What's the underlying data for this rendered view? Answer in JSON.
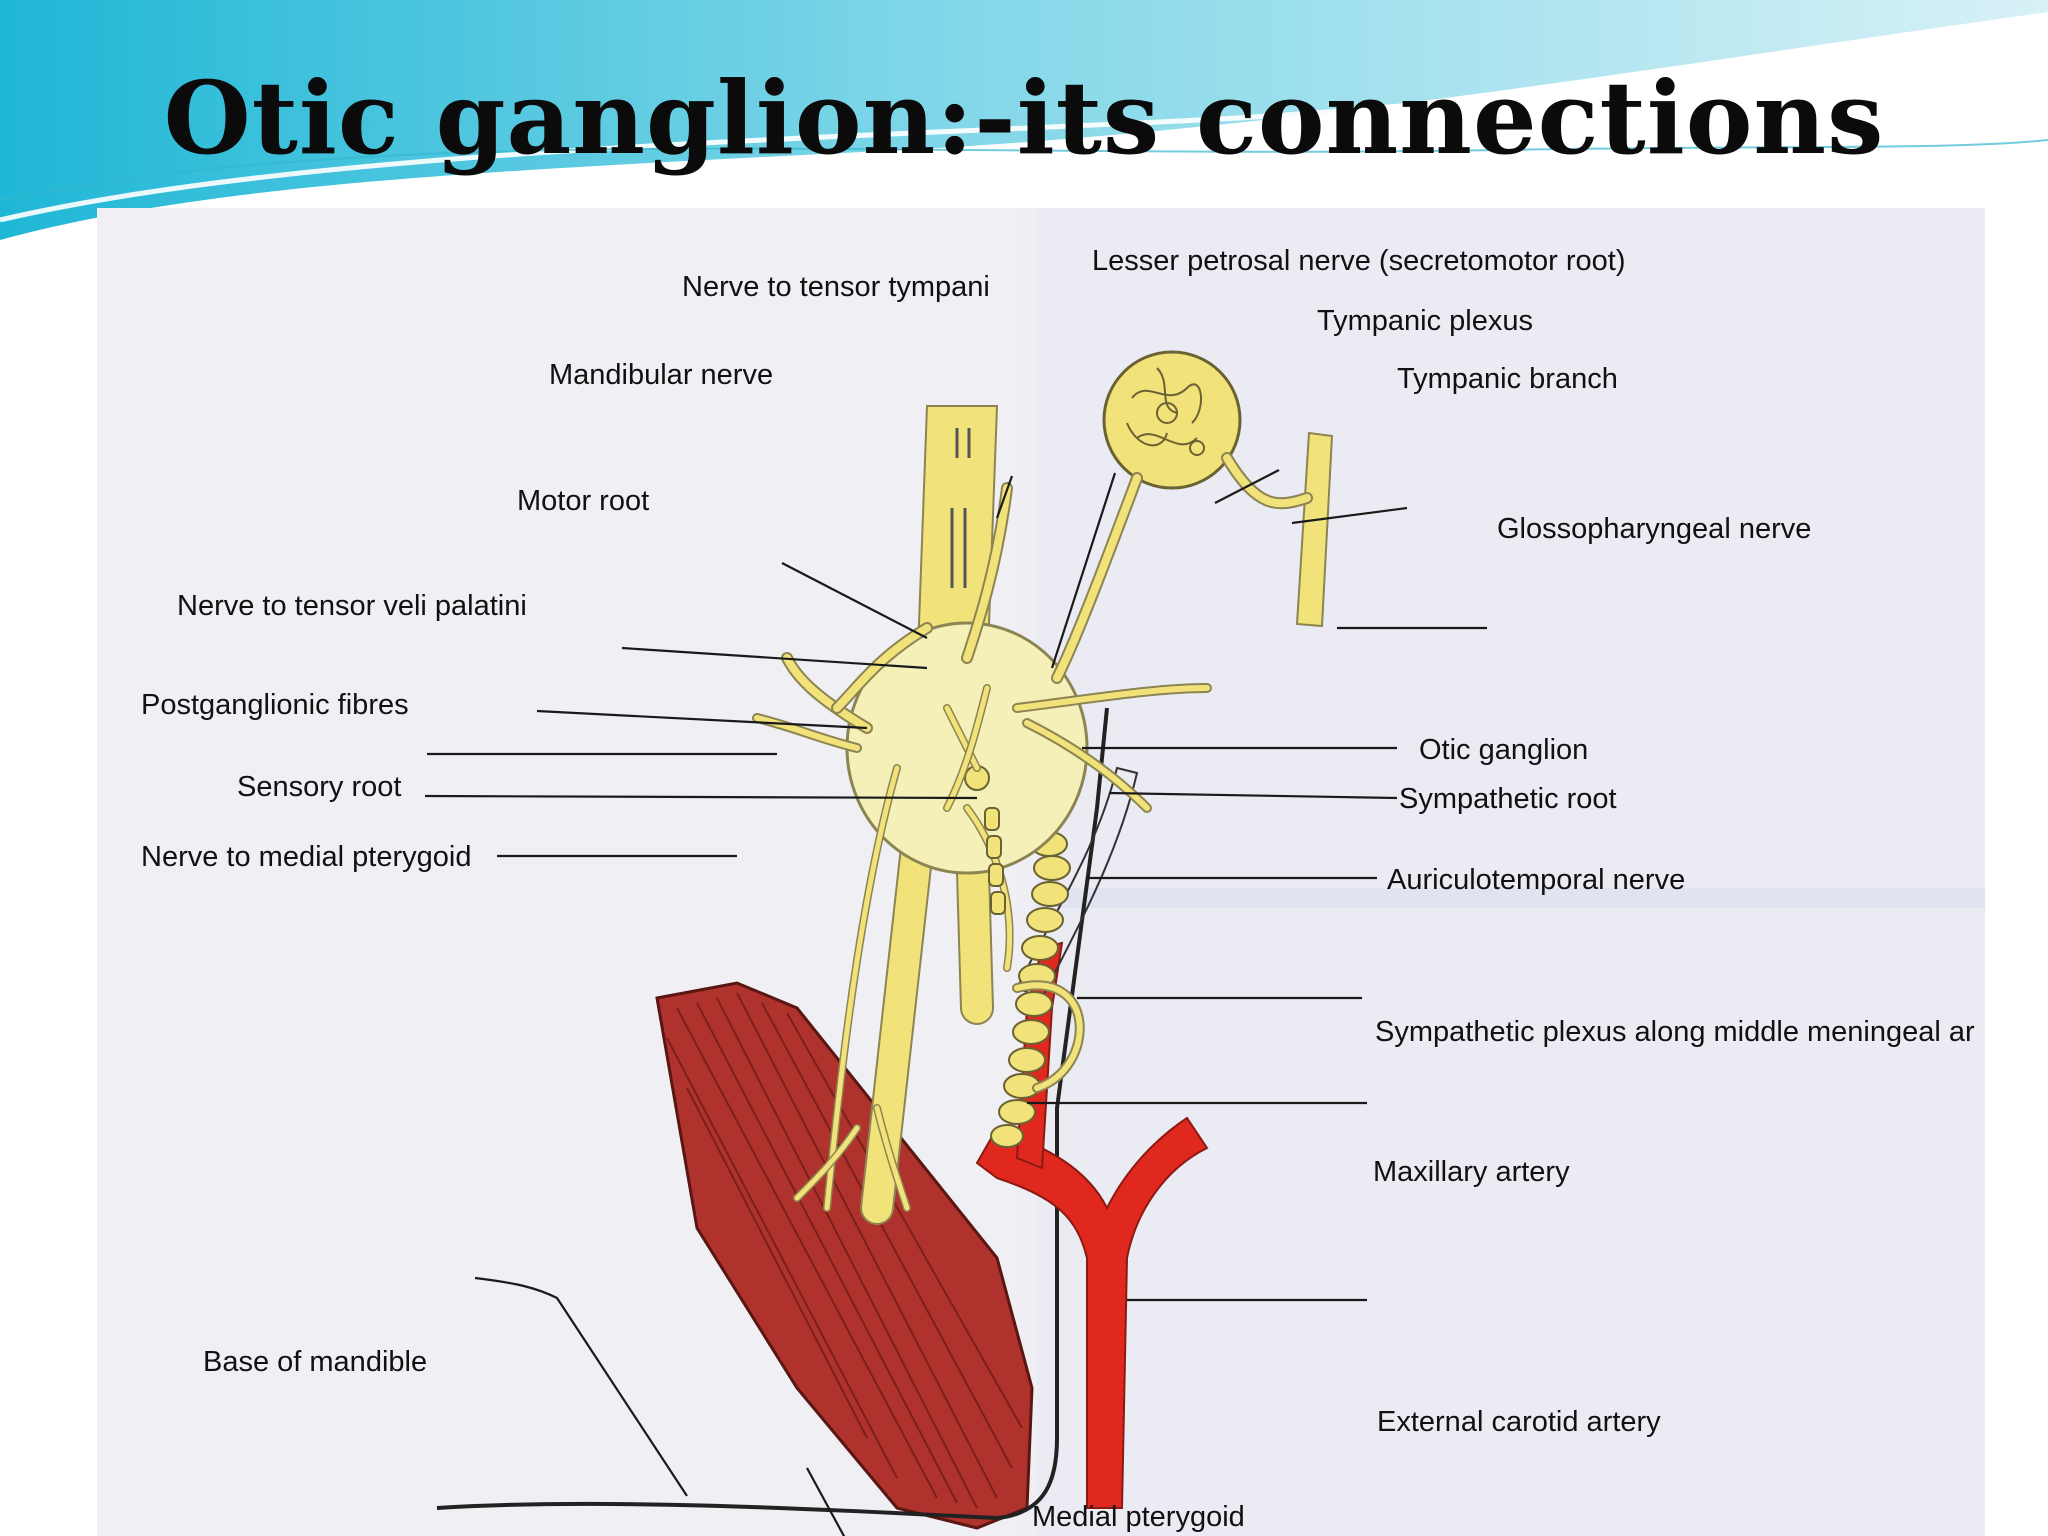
{
  "slide": {
    "title": "Otic ganglion:-its  connections"
  },
  "diagram": {
    "labels": {
      "nerve_to_tensor_tympani": "Nerve to tensor tympani",
      "lesser_petrosal_nerve": "Lesser petrosal nerve (secretomotor root)",
      "tympanic_plexus": "Tympanic plexus",
      "tympanic_branch": "Tympanic branch",
      "mandibular_nerve": "Mandibular nerve",
      "glossopharyngeal_nerve": "Glossopharyngeal nerve",
      "motor_root": "Motor root",
      "nerve_to_tensor_veli_palatini": "Nerve to tensor veli palatini",
      "postganglionic_fibres": "Postganglionic fibres",
      "otic_ganglion": "Otic ganglion",
      "sensory_root": "Sensory root",
      "sympathetic_root": "Sympathetic root",
      "nerve_to_medial_pterygoid": "Nerve to medial pterygoid",
      "auriculotemporal_nerve": "Auriculotemporal nerve",
      "sympathetic_plexus": "Sympathetic plexus along middle meningeal ar",
      "maxillary_artery": "Maxillary artery",
      "base_of_mandible": "Base of mandible",
      "external_carotid_artery": "External carotid artery",
      "medial_pterygoid": "Medial pterygoid"
    },
    "colors": {
      "nerve": "#f2e27a",
      "muscle": "#b0322c",
      "artery": "#e0281f",
      "panel": "#eeeef4",
      "title_wave": "#4fc6de"
    }
  }
}
